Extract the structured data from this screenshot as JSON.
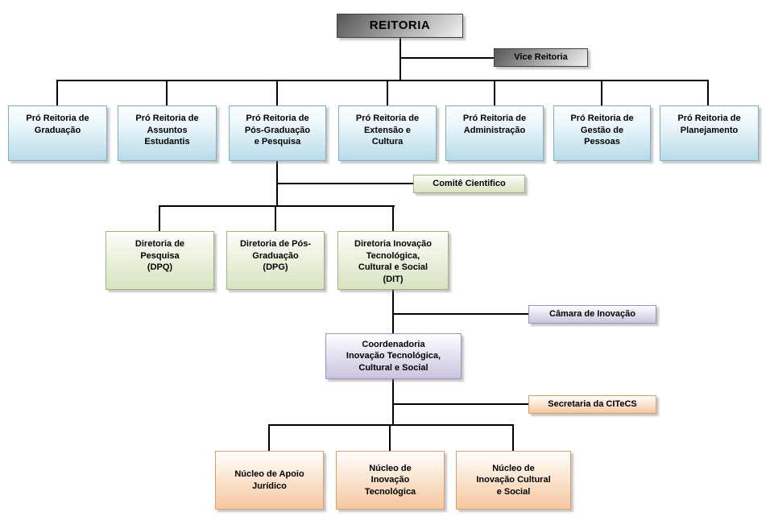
{
  "colors": {
    "connector": "#000000",
    "gray_box_gradient": [
      "#565656",
      "#f2f2f2"
    ],
    "blue_box_border": "#7fb0c4",
    "blue_box_gradient": [
      "#fdfeff",
      "#b7dbe9"
    ],
    "green_box_border": "#9db380",
    "green_box_gradient": [
      "#fdfef9",
      "#d7e3c1"
    ],
    "purple_box_border": "#9a92ba",
    "purple_box_gradient": [
      "#fefeff",
      "#cbc3de"
    ],
    "orange_box_border": "#d9a06e",
    "orange_box_gradient": [
      "#fffefd",
      "#f5c79e"
    ]
  },
  "nodes": {
    "reitoria": {
      "label": "REITORIA"
    },
    "vice_reitoria": {
      "label": "Vice Reitoria"
    },
    "pro_reitorias": [
      {
        "label": "Pró Reitoria de\nGraduação"
      },
      {
        "label": "Pró Reitoria de\nAssuntos\nEstudantis"
      },
      {
        "label": "Pró Reitoria de\nPós-Graduação\ne Pesquisa"
      },
      {
        "label": "Pró Reitoria de\nExtensão e\nCultura"
      },
      {
        "label": "Pró Reitoria de\nAdministração"
      },
      {
        "label": "Pró Reitoria de\nGestão de\nPessoas"
      },
      {
        "label": "Pró Reitoria de\nPlanejamento"
      }
    ],
    "comite_cientifico": {
      "label": "Comitê Cientifico"
    },
    "diretorias": [
      {
        "label": "Diretoria de\nPesquisa\n(DPQ)"
      },
      {
        "label": "Diretoria de Pós-\nGraduação\n(DPG)"
      },
      {
        "label": "Diretoria Inovação\nTecnológica,\nCultural e Social\n(DIT)"
      }
    ],
    "camara_inovacao": {
      "label": "Câmara de Inovação"
    },
    "coordenadoria": {
      "label": "Coordenadoria\nInovação Tecnológica,\nCultural e Social"
    },
    "secretaria_citecs": {
      "label": "Secretaria da CITeCS"
    },
    "nucleos": [
      {
        "label": "Núcleo de Apoio\nJurídico"
      },
      {
        "label": "Núcleo de\nInovação\nTecnológica"
      },
      {
        "label": "Núcleo de\nInovação Cultural\ne Social"
      }
    ]
  }
}
